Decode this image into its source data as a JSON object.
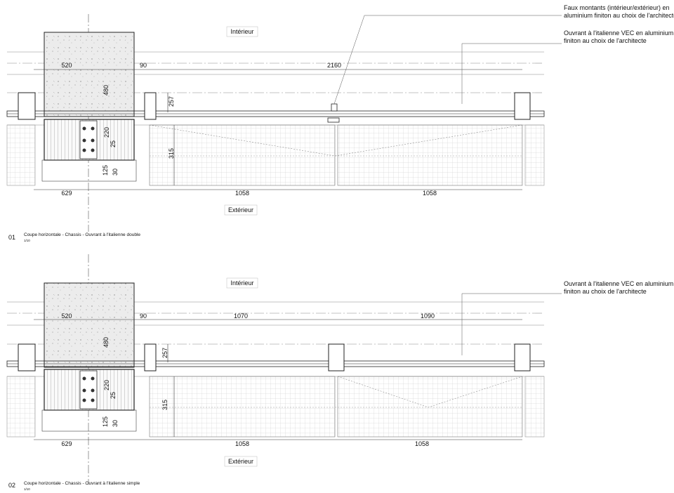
{
  "sections": [
    {
      "number": "01",
      "title": "Coupe horizontale - Chassis - Ouvrant à l'italienne double",
      "scale": "1/10",
      "label_interior": "Intérieur",
      "label_exterior": "Extérieur",
      "dims": {
        "wall": "520",
        "frame": "90",
        "span": "2160",
        "span_right": "",
        "wall_depth": "480",
        "d257": "257",
        "d220": "220",
        "d25": "25",
        "d315": "315",
        "d125": "125",
        "d30": "30",
        "bottom_left": "629",
        "bottom_mid": "1058",
        "bottom_right": "1058"
      },
      "notes": [
        "Faux montants (intérieur/extérieur) en\naluminium finiton au choix de l'architecte",
        "Ouvrant à l'italienne VEC en aluminium\nfiniton au choix de l'architecte"
      ]
    },
    {
      "number": "02",
      "title": "Coupe horizontale - Chassis - Ouvrant à l'italienne simple",
      "scale": "1/10",
      "label_interior": "Intérieur",
      "label_exterior": "Extérieur",
      "dims": {
        "wall": "520",
        "frame": "90",
        "span": "1070",
        "span_right": "1090",
        "wall_depth": "480",
        "d257": "257",
        "d220": "220",
        "d25": "25",
        "d315": "315",
        "d125": "125",
        "d30": "30",
        "bottom_left": "629",
        "bottom_mid": "1058",
        "bottom_right": "1058"
      },
      "notes": [
        "Ouvrant à l'italienne VEC en aluminium\nfiniton au choix de l'architecte"
      ]
    }
  ]
}
